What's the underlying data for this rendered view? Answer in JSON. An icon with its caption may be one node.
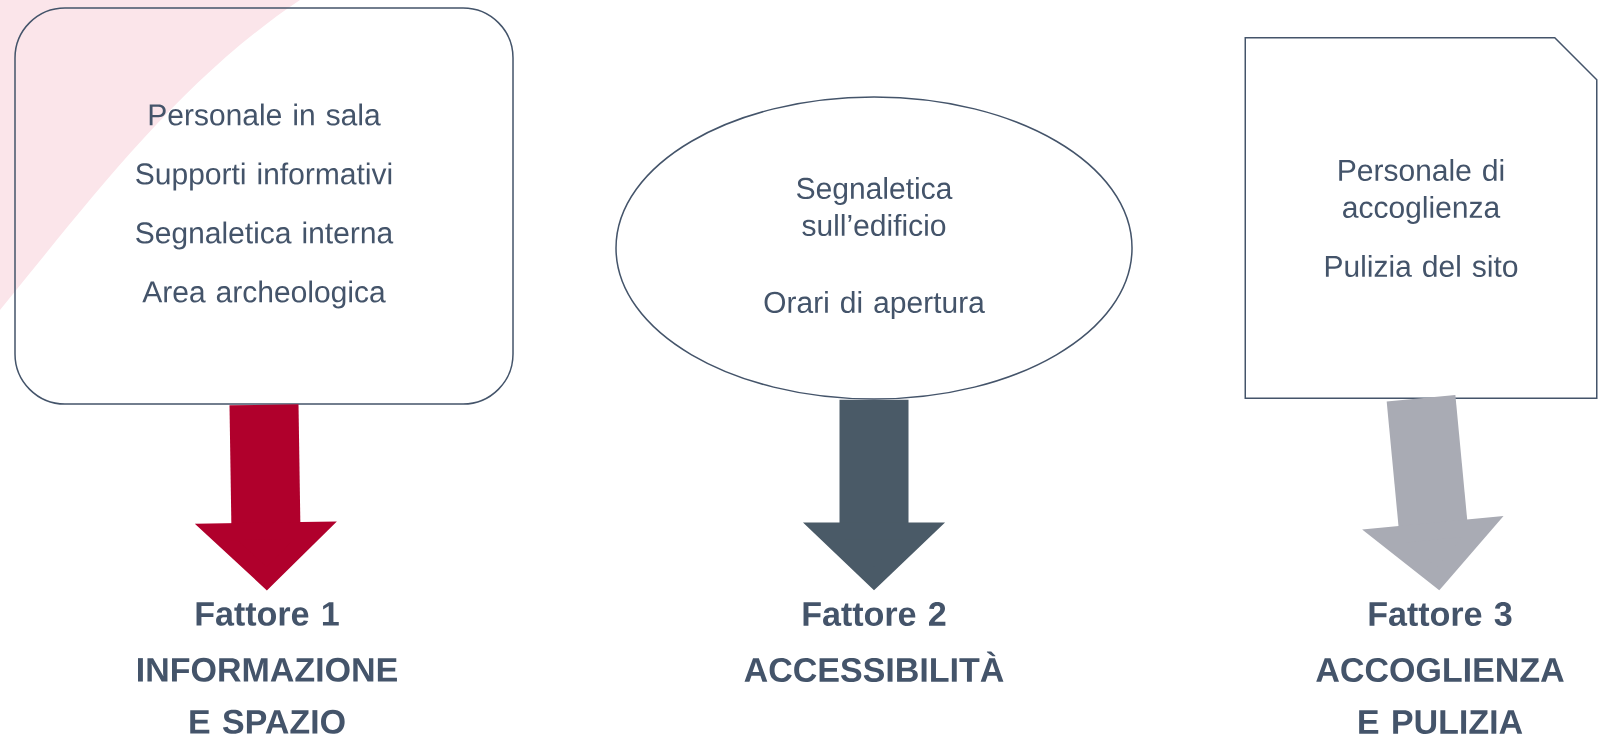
{
  "diagram": {
    "nodes": [
      {
        "text": [
          "Personale in sala",
          "Supporti informativi",
          "Segnaletica interna",
          "Area archeologica"
        ]
      },
      {
        "text": [
          "Segnaletica sull’edificio",
          "Orari di apertura"
        ]
      },
      {
        "text": [
          "Personale di accoglienza",
          "Pulizia del sito"
        ]
      },
      {
        "text": [
          "Fattore 1",
          "INFORMAZIONE E SPAZIO"
        ]
      },
      {
        "text": [
          "Fattore 2",
          "ACCESSIBILITÀ"
        ]
      },
      {
        "text": [
          "Fattore 3",
          "ACCOGLIENZA E PULIZIA"
        ]
      }
    ],
    "edges": [
      {
        "from": 0,
        "to": 3,
        "arrow": "to",
        "color": "#b0002c"
      },
      {
        "from": 1,
        "to": 4,
        "arrow": "to",
        "color": "#4a5a67"
      },
      {
        "from": 2,
        "to": 5,
        "arrow": "to",
        "color": "#a9abb4"
      }
    ]
  }
}
